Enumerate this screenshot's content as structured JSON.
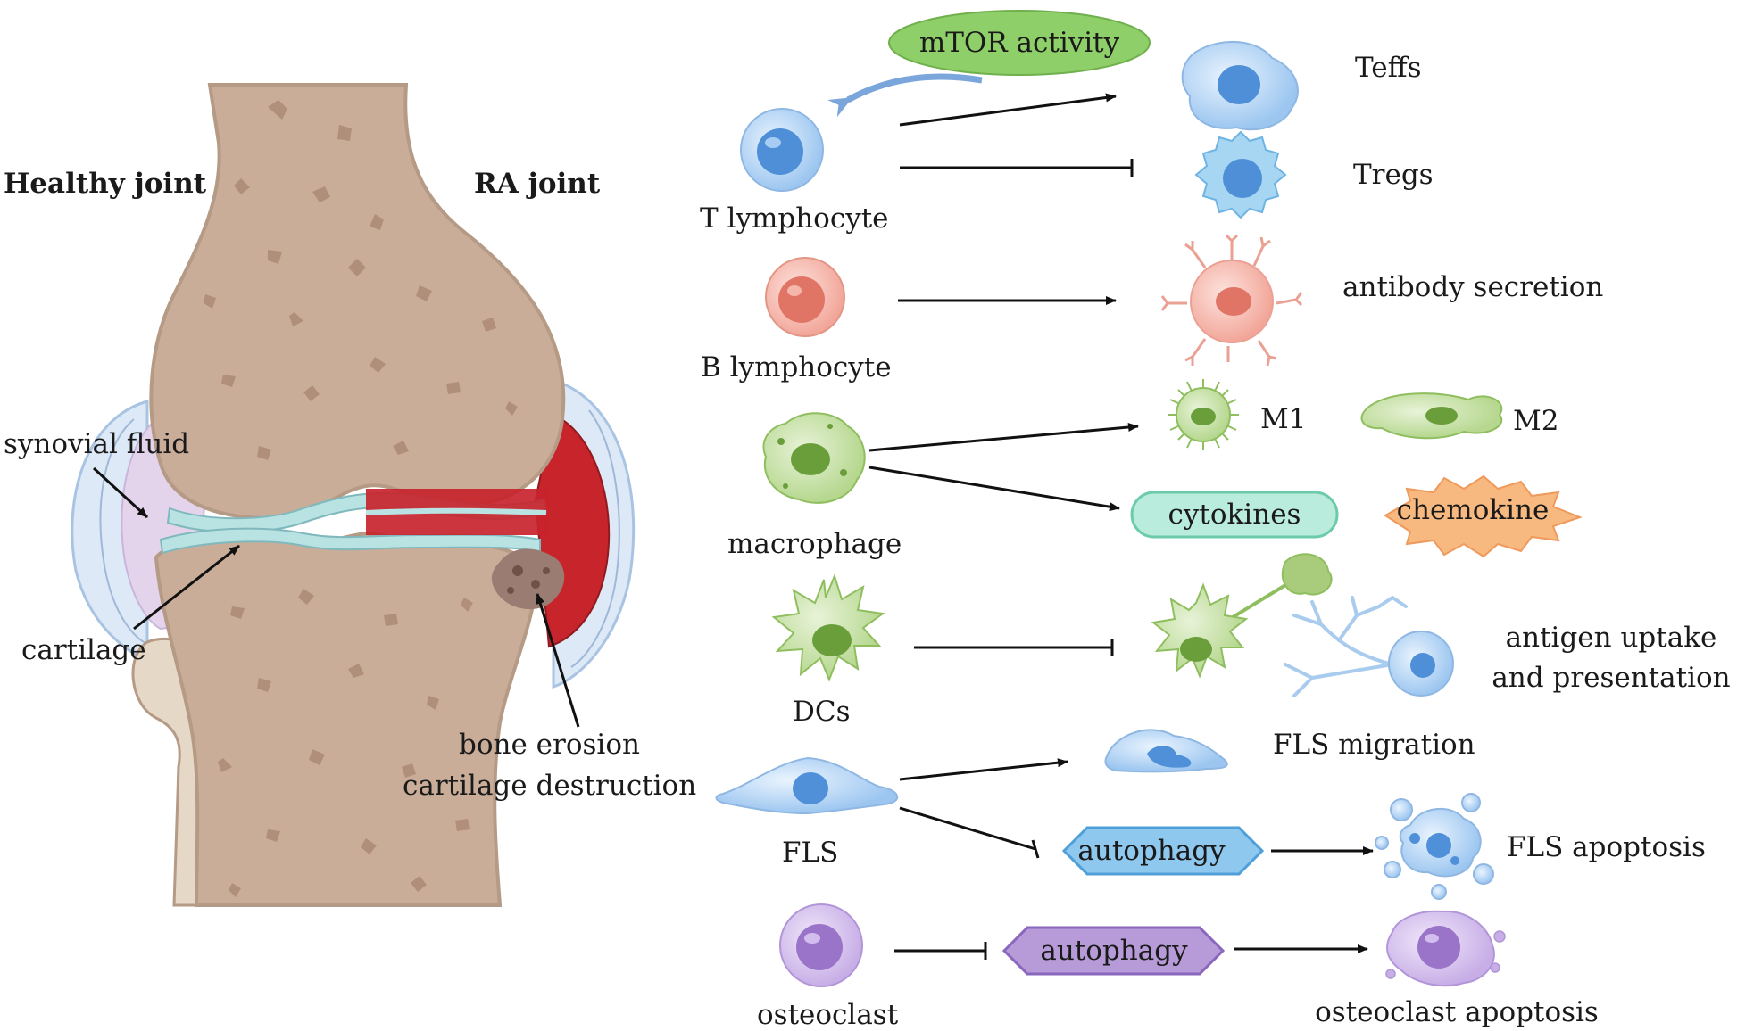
{
  "joint": {
    "healthy_label": "Healthy joint",
    "ra_label": "RA joint",
    "synovial_fluid": "synovial fluid",
    "cartilage": "cartilage",
    "bone_erosion": "bone erosion",
    "cartilage_destruction": "cartilage destruction"
  },
  "cells": {
    "t_lymphocyte": "T lymphocyte",
    "b_lymphocyte": "B lymphocyte",
    "macrophage": "macrophage",
    "dcs": "DCs",
    "fls": "FLS",
    "osteoclast": "osteoclast"
  },
  "outcomes": {
    "mtor_activity": "mTOR activity",
    "teffs": "Teffs",
    "tregs": "Tregs",
    "antibody_secretion": "antibody secretion",
    "m1": "M1",
    "m2": "M2",
    "cytokines": "cytokines",
    "chemokine": "chemokine",
    "antigen_line1": "antigen uptake",
    "antigen_line2": "and presentation",
    "fls_migration": "FLS migration",
    "autophagy_fls": "autophagy",
    "fls_apoptosis": "FLS apoptosis",
    "autophagy_osteoclast": "autophagy",
    "osteoclast_apoptosis": "osteoclast apoptosis"
  },
  "colors": {
    "bone": "#c9ad98",
    "bone_spots": "#a88670",
    "bone_outline": "#b59a85",
    "synovium_healthy": "#e3d4ec",
    "synovium_ra": "#c8242c",
    "capsule": "#dde9f6",
    "cartilage": "#b9e2e3",
    "t_cell": "#4f8fd8",
    "b_cell": "#e07565",
    "myeloid": "#8fbe5f",
    "fls": "#4f90d8",
    "osteoclast": "#9a74c8",
    "mtor_fill": "#8fcf6a",
    "cytokines_fill": "#b9ecdd",
    "chemokine_fill": "#f7b980",
    "autophagy_fls_fill": "#8fc8ee",
    "autophagy_osteo_fill": "#b79bd8"
  }
}
